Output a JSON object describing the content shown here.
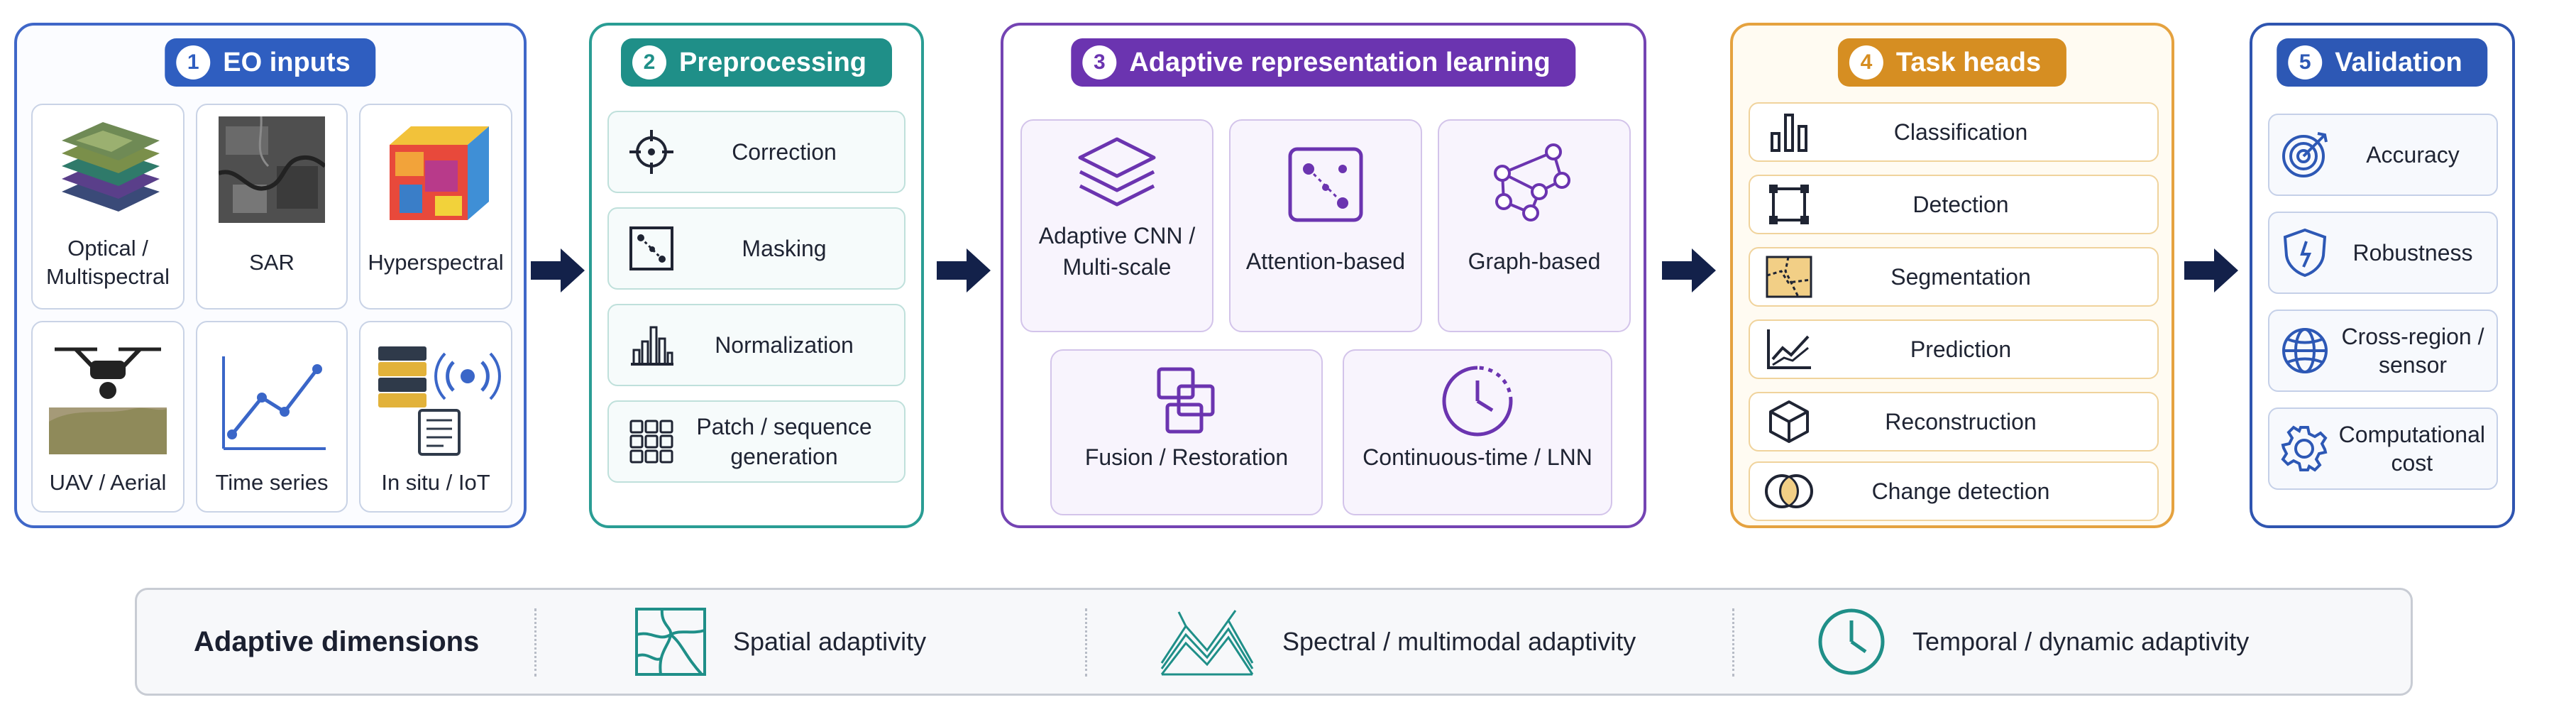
{
  "panels": {
    "eo_inputs": {
      "number": "1",
      "title": "EO inputs",
      "items": [
        "Optical / Multispectral",
        "SAR",
        "Hyperspectral",
        "UAV / Aerial",
        "Time series",
        "In situ / IoT"
      ]
    },
    "preprocessing": {
      "number": "2",
      "title": "Preprocessing",
      "items": [
        "Correction",
        "Masking",
        "Normalization",
        "Patch / sequence generation"
      ]
    },
    "representation": {
      "number": "3",
      "title": "Adaptive representation learning",
      "items": [
        "Adaptive CNN / Multi-scale",
        "Attention-based",
        "Graph-based",
        "Fusion / Restoration",
        "Continuous-time / LNN"
      ]
    },
    "task_heads": {
      "number": "4",
      "title": "Task heads",
      "items": [
        "Classification",
        "Detection",
        "Segmentation",
        "Prediction",
        "Reconstruction",
        "Change detection"
      ]
    },
    "validation": {
      "number": "5",
      "title": "Validation",
      "items": [
        "Accuracy",
        "Robustness",
        "Cross-region / sensor",
        "Computational cost"
      ]
    }
  },
  "adaptive_dimensions": {
    "title": "Adaptive dimensions",
    "items": [
      "Spatial adaptivity",
      "Spectral / multimodal adaptivity",
      "Temporal / dynamic adaptivity"
    ]
  },
  "colors": {
    "eo_inputs": "#2f5ec0",
    "preprocessing": "#1f8f88",
    "representation": "#6b34b0",
    "task_heads": "#d68e22",
    "validation": "#2d58b5",
    "arrow": "#13214a"
  }
}
